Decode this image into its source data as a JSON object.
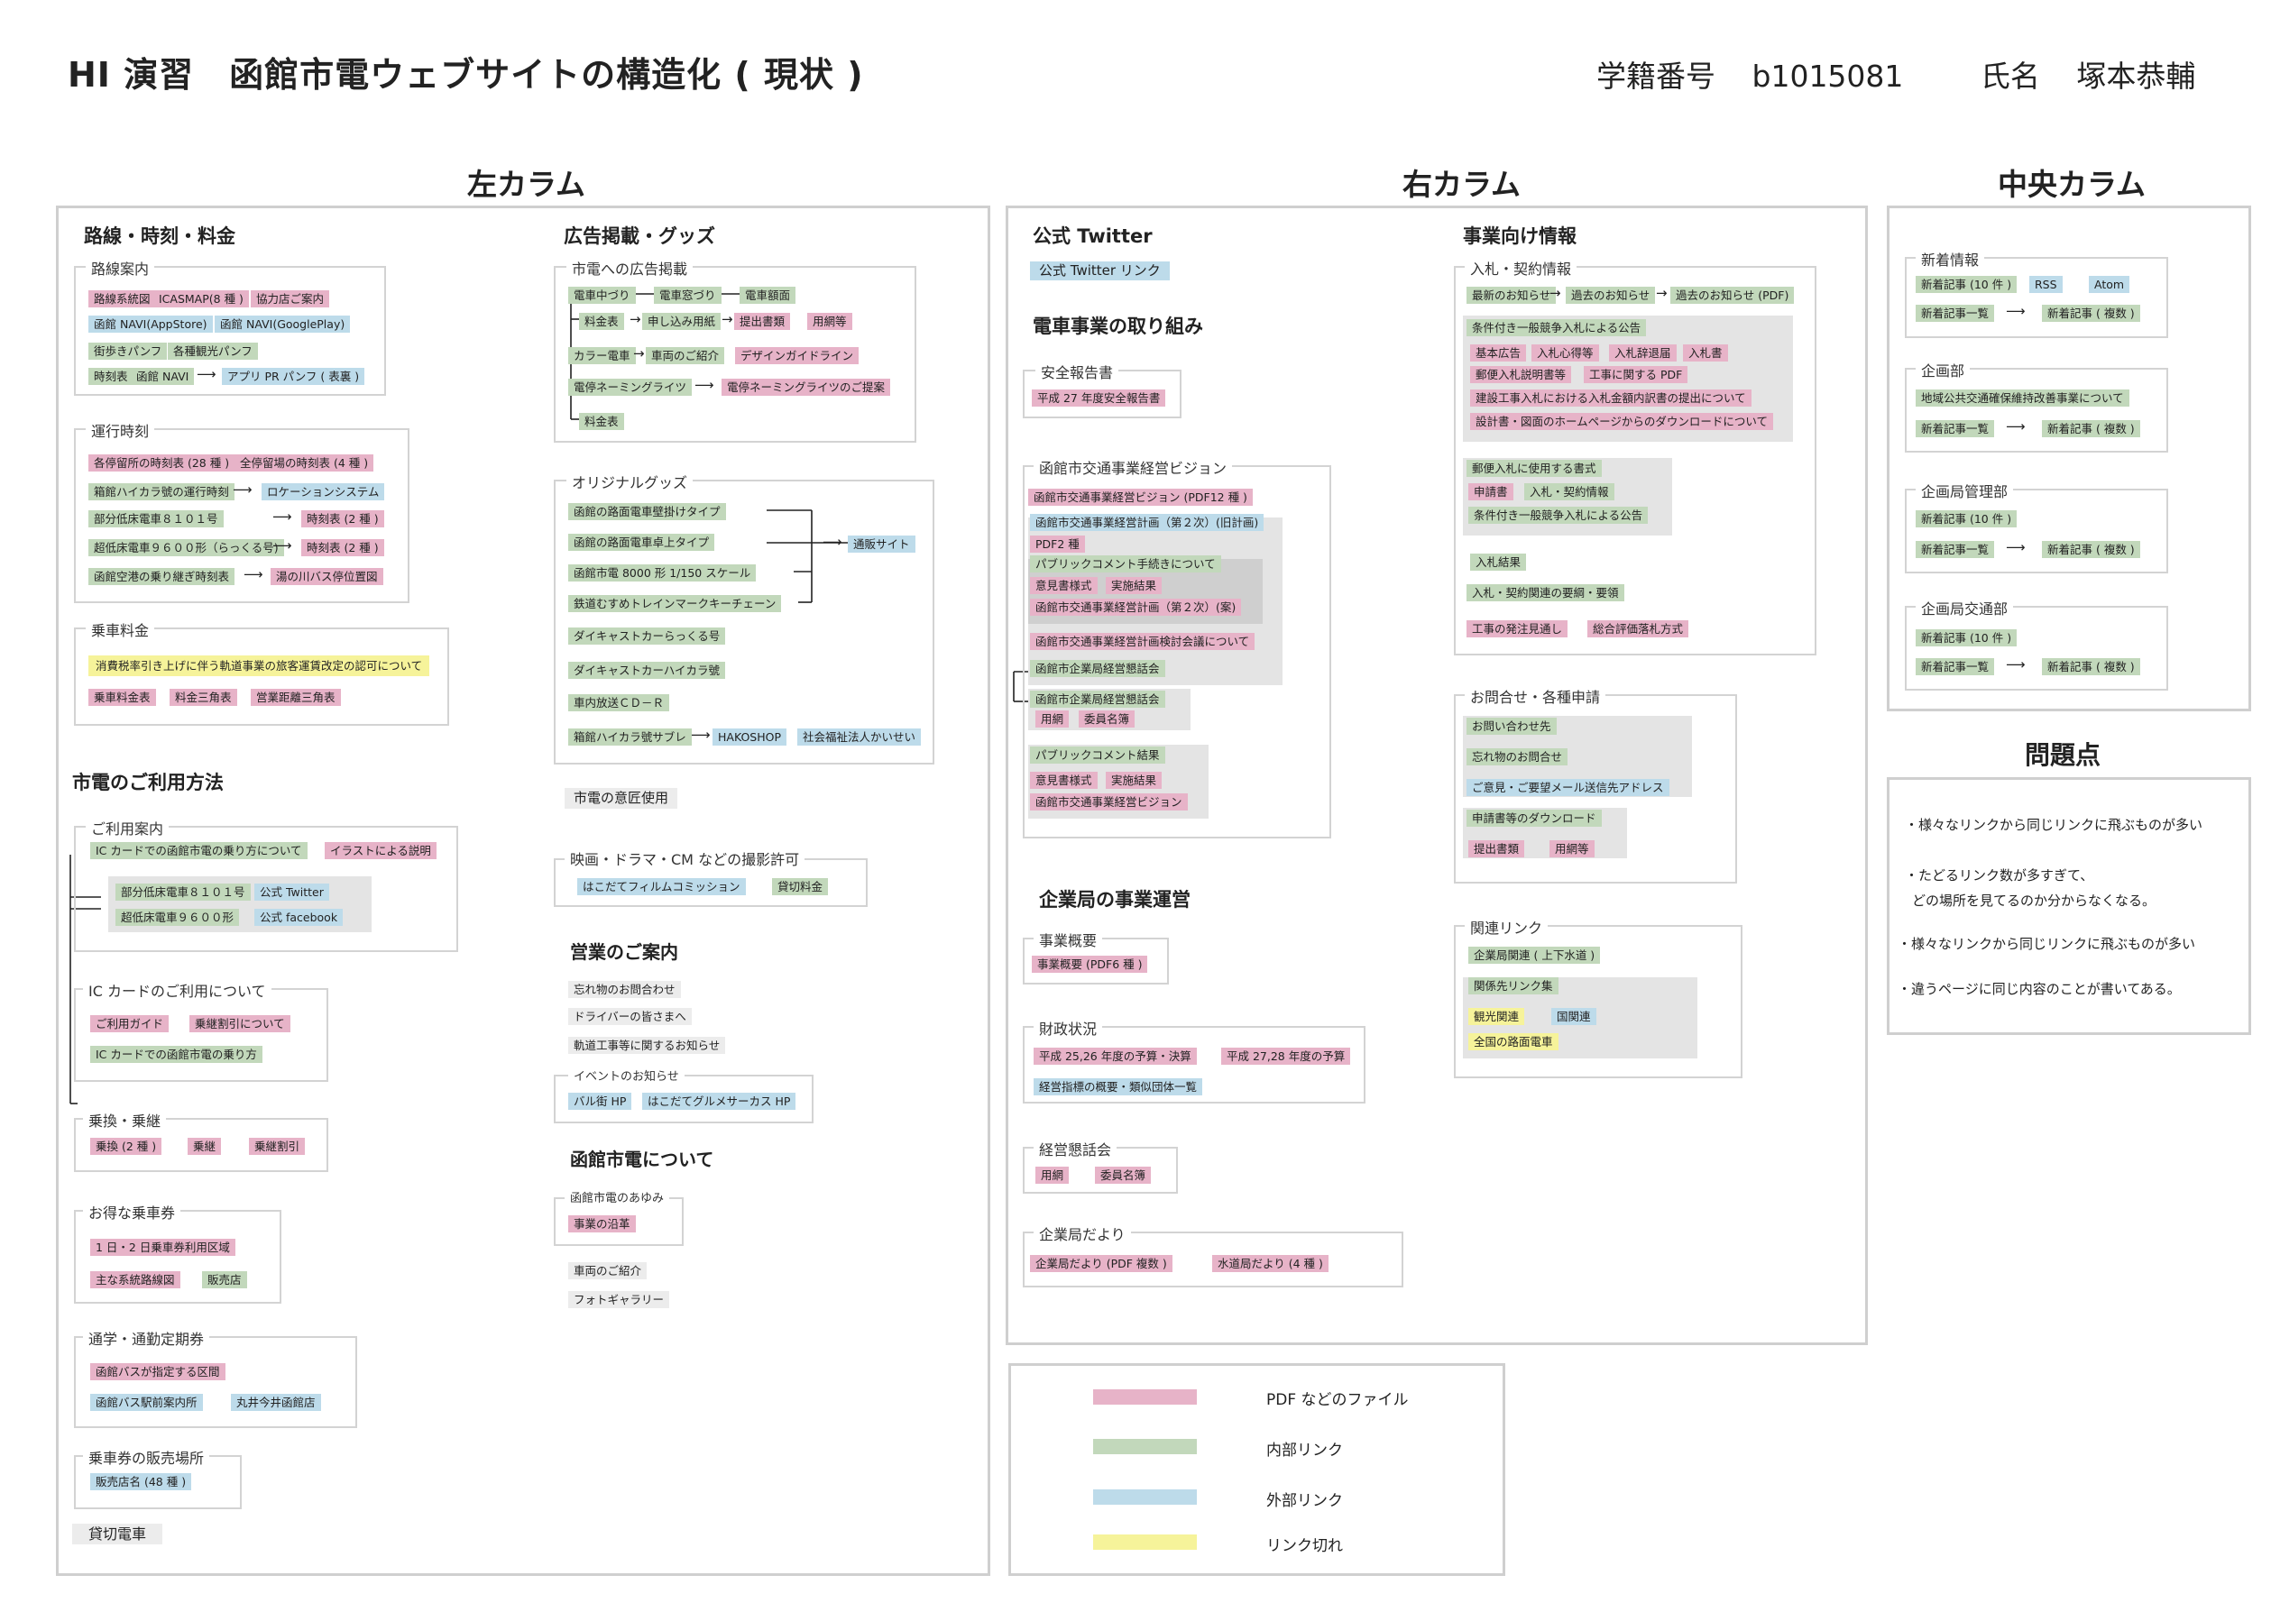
{
  "header": {
    "title": "HI 演習　函館市電ウェブサイトの構造化 ( 現状 )",
    "student_id_label": "学籍番号",
    "student_id": "b1015081",
    "name_label": "氏名",
    "name": "塚本恭輔"
  },
  "columns": {
    "left": "左カラム",
    "right": "右カラム",
    "center": "中央カラム"
  },
  "left": {
    "routes": {
      "title": "路線・時刻・料金",
      "route_guide": "路線案内",
      "route_items": [
        "路線系統図",
        "ICASMAP(8 種 )",
        "協力店ご案内",
        "函館 NAVI(AppStore)",
        "函館 NAVI(GooglePlay)",
        "街歩きパンフ",
        "各種観光パンフ",
        "時刻表",
        "函館 NAVI",
        "アプリ PR パンフ ( 表裏 )"
      ],
      "timetable": "運行時刻",
      "timetable_items": [
        "各停留所の時刻表 (28 種 )",
        "全停留場の時刻表 (4 種 )",
        "箱館ハイカラ號の運行時刻",
        "ロケーションシステム",
        "部分低床電車８１０１号",
        "時刻表 (2 種 )",
        "超低床電車９６００形（らっくる号)",
        "時刻表 (2 種 )",
        "函館空港の乗り継ぎ時刻表",
        "湯の川バス停位置図"
      ],
      "fare": "乗車料金",
      "fare_items": [
        "消費税率引き上げに伴う軌道事業の旅客運賃改定の認可について",
        "乗車料金表",
        "料金三角表",
        "営業距離三角表"
      ]
    },
    "usage": {
      "title": "市電のご利用方法",
      "guide": "ご利用案内",
      "guide_items": [
        "IC カードでの函館市電の乗り方について",
        "イラストによる説明",
        "部分低床電車８１０１号",
        "公式 Twitter",
        "超低床電車９６００形",
        "公式 facebook"
      ],
      "ic": "IC カードのご利用について",
      "ic_items": [
        "ご利用ガイド",
        "乗継割引について",
        "IC カードでの函館市電の乗り方"
      ],
      "transfer": "乗換・乗継",
      "transfer_items": [
        "乗換 (2 種 )",
        "乗継",
        "乗継割引"
      ],
      "tickets": "お得な乗車券",
      "ticket_items": [
        "1 日・2 日乗車券利用区域",
        "主な系統路線図",
        "販売店"
      ],
      "commuter": "通学・通勤定期券",
      "commuter_items": [
        "函館バスが指定する区間",
        "函館バス駅前案内所",
        "丸井今井函館店"
      ],
      "sales": "乗車券の販売場所",
      "sales_items": [
        "販売店名 (48 種 )"
      ],
      "charter": "貸切電車"
    },
    "ads": {
      "title": "広告掲載・グッズ",
      "ad_group": "市電への広告掲載",
      "ad_items": [
        "電車中づり",
        "電車窓づり",
        "電車額面",
        "料金表",
        "申し込み用紙",
        "提出書類",
        "用網等",
        "カラー電車",
        "車両のご紹介",
        "デザインガイドライン",
        "電停ネーミングライツ",
        "電停ネーミングライツのご提案",
        "料金表"
      ],
      "goods": "オリジナルグッズ",
      "goods_items": [
        "函館の路面電車壁掛けタイプ",
        "函館の路面電車卓上タイプ",
        "函館市電 8000 形 1/150 スケール",
        "鉄道むすめトレインマークキーチェーン",
        "通販サイト",
        "ダイキャストカーらっくる号",
        "ダイキャストカーハイカラ號",
        "車内放送ＣＤ－Ｒ",
        "箱館ハイカラ號サブレ",
        "HAKOSHOP",
        "社会福祉法人かいせい"
      ],
      "design": "市電の意匠使用",
      "film": "映画・ドラマ・CM などの撮影許可",
      "film_items": [
        "はこだてフィルムコミッション",
        "貸切料金"
      ],
      "business": "営業のご案内",
      "business_items": [
        "忘れ物のお問合わせ",
        "ドライバーの皆さまへ",
        "軌道工事等に関するお知らせ"
      ],
      "events": "イベントのお知らせ",
      "event_items": [
        "バル街 HP",
        "はこだてグルメサーカス HP"
      ],
      "about": "函館市電について",
      "history": "函館市電のあゆみ",
      "history_items": [
        "事業の沿革"
      ],
      "about_items": [
        "車両のご紹介",
        "フォトギャラリー"
      ]
    }
  },
  "right": {
    "twitter": "公式 Twitter",
    "twitter_link": "公式 Twitter リンク",
    "efforts": "電車事業の取り組み",
    "safety": "安全報告書",
    "safety_items": [
      "平成 27 年度安全報告書"
    ],
    "vision": "函館市交通事業経営ビジョン",
    "vision_items": [
      "函館市交通事業経営ビジョン (PDF12 種 )",
      "函館市交通事業経営計画（第２次）(旧計画)",
      "PDF2 種",
      "パブリックコメント手続きについて",
      "意見書様式",
      "実施結果",
      "函館市交通事業経営計画（第２次）(案)",
      "函館市交通事業経営計画検討会議について",
      "函館市企業局経営懇話会",
      "函館市企業局経営懇話会",
      "用網",
      "委員名簿",
      "パブリックコメント結果",
      "意見書様式",
      "実施結果",
      "函館市交通事業経営ビジョン"
    ],
    "management": "企業局の事業運営",
    "overview": "事業概要",
    "overview_items": [
      "事業概要 (PDF6 種 )"
    ],
    "finance": "財政状況",
    "finance_items": [
      "平成 25,26 年度の予算・決算",
      "平成 27,28 年度の予算",
      "経営指標の概要・類似団体一覧"
    ],
    "council": "経営懇話会",
    "council_items": [
      "用網",
      "委員名簿"
    ],
    "newsletter": "企業局だより",
    "newsletter_items": [
      "企業局だより (PDF 複数 )",
      "水道局だより (4 種 )"
    ],
    "biz": "事業向け情報",
    "bid": "入札・契約情報",
    "bid_items": [
      "最新のお知らせ",
      "過去のお知らせ",
      "過去のお知らせ (PDF)",
      "条件付き一般競争入札による公告",
      "基本広告",
      "入札心得等",
      "入札辞退届",
      "入札書",
      "郵便入札説明書等",
      "工事に関する PDF",
      "建設工事入札における入札金額内訳書の提出について",
      "設計書・図面のホームページからのダウンロードについて",
      "郵便入札に使用する書式",
      "申請書",
      "入札・契約情報",
      "条件付き一般競争入札による公告",
      "入札結果",
      "入札・契約関連の要綱・要領",
      "工事の発注見通し",
      "総合評価落札方式"
    ],
    "inquiry": "お問合せ・各種申請",
    "inquiry_items": [
      "お問い合わせ先",
      "忘れ物のお問合せ",
      "ご意見・ご要望メール送信先アドレス",
      "申請書等のダウンロード",
      "提出書類",
      "用網等"
    ],
    "links": "関連リンク",
    "link_items": [
      "企業局関連 ( 上下水道 )",
      "関係先リンク集",
      "観光関連",
      "国関連",
      "全国の路面電車"
    ]
  },
  "center": {
    "news": "新着情報",
    "news_items": [
      "新着記事 (10 件 )",
      "RSS",
      "Atom",
      "新着記事一覧",
      "新着記事 ( 複数 )"
    ],
    "planning": "企画部",
    "planning_items": [
      "地域公共交通確保維持改善事業について",
      "新着記事一覧",
      "新着記事 ( 複数 )"
    ],
    "admin": "企画局管理部",
    "admin_items": [
      "新着記事 (10 件 )",
      "新着記事一覧",
      "新着記事 ( 複数 )"
    ],
    "transport": "企画局交通部",
    "transport_items": [
      "新着記事 (10 件 )",
      "新着記事一覧",
      "新着記事 ( 複数 )"
    ]
  },
  "problems": {
    "title": "問題点",
    "items": [
      "・様々なリンクから同じリンクに飛ぶものが多い",
      "・たどるリンク数が多すぎて、",
      "どの場所を見てるのか分からなくなる。",
      "・様々なリンクから同じリンクに飛ぶものが多い",
      "・違うページに同じ内容のことが書いてある。"
    ]
  },
  "legend": {
    "items": [
      {
        "label": "PDF などのファイル",
        "color": "#e7b3c8"
      },
      {
        "label": "内部リンク",
        "color": "#c2d8bb"
      },
      {
        "label": "外部リンク",
        "color": "#bddbea"
      },
      {
        "label": "リンク切れ",
        "color": "#f6f39a"
      }
    ]
  }
}
